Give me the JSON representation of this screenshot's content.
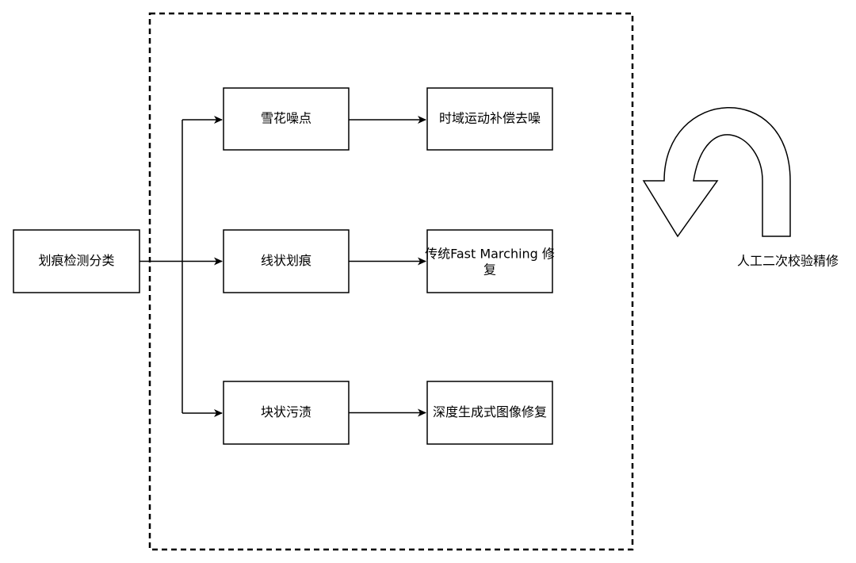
{
  "diagram": {
    "source": {
      "label": "划痕检测分类"
    },
    "categories": [
      {
        "label": "雪花噪点"
      },
      {
        "label": "线状划痕"
      },
      {
        "label": "块状污渍"
      }
    ],
    "methods": [
      {
        "label_lines": [
          "时域运动补偿去噪"
        ]
      },
      {
        "label_lines": [
          "传统Fast Marching 修",
          "复"
        ]
      },
      {
        "label_lines": [
          "深度生成式图像修复"
        ]
      }
    ],
    "loop_label": "人工二次校验精修",
    "colors": {
      "stroke": "#000000",
      "fill": "#ffffff"
    }
  }
}
